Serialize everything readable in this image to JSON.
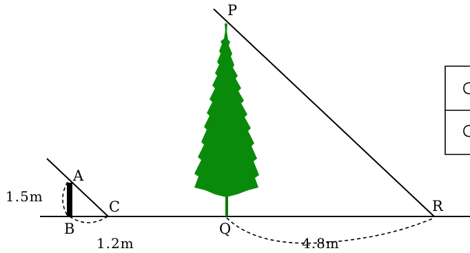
{
  "points": {
    "A": "A",
    "B": "B",
    "C": "C",
    "P": "P",
    "Q": "Q",
    "R": "R"
  },
  "measurements": {
    "ab": "1.5m",
    "bc": "1.2m",
    "qr": "4.8m"
  },
  "colors": {
    "tree": "#0a8a0a",
    "trunk": "#0a7a0a",
    "stick": "#000000",
    "lines": "#000000"
  },
  "icons": {
    "tree": "conifer-tree-icon"
  }
}
